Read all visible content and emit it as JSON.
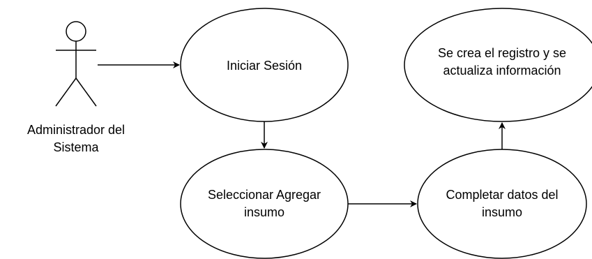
{
  "actor": {
    "label_line1": "Administrador del",
    "label_line2": "Sistema"
  },
  "use_cases": {
    "login": {
      "line1": "Iniciar Sesión"
    },
    "select_add": {
      "line1": "Seleccionar Agregar",
      "line2": "insumo"
    },
    "complete_data": {
      "line1": "Completar datos del",
      "line2": "insumo"
    },
    "record_created": {
      "line1": "Se crea el registro y se",
      "line2": "actualiza información"
    }
  },
  "colors": {
    "stroke": "#000000",
    "fill": "#ffffff",
    "text": "#000000"
  }
}
